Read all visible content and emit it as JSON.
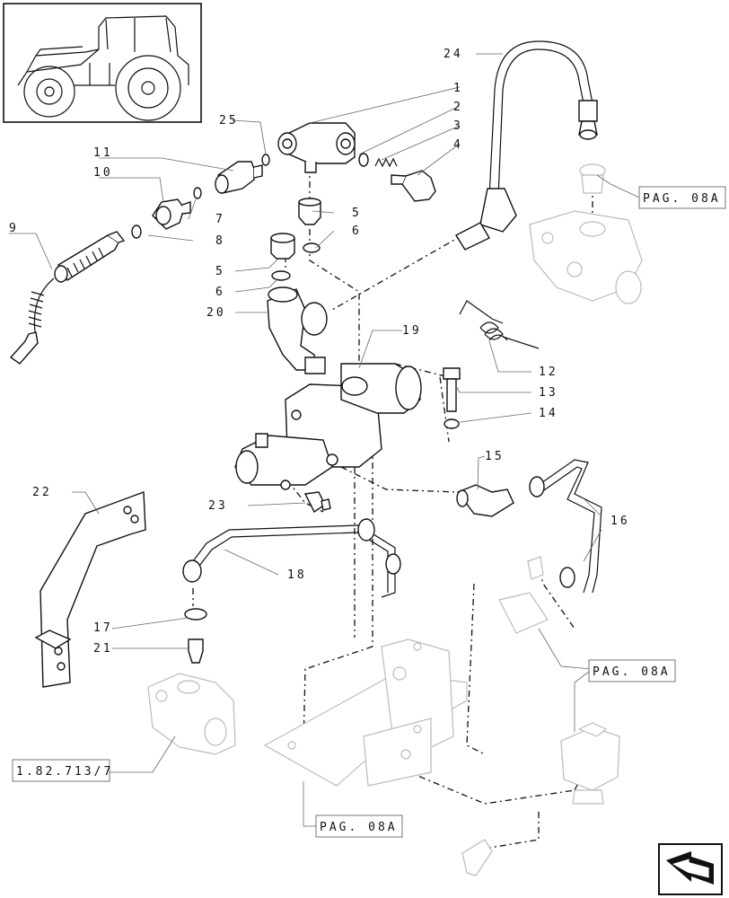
{
  "part_labels": {
    "p1": "1",
    "p2": "2",
    "p3": "3",
    "p4": "4",
    "p5a": "5",
    "p6a": "6",
    "p5b": "5",
    "p6b": "6",
    "p7": "7",
    "p8": "8",
    "p9": "9",
    "p10": "10",
    "p11": "11",
    "p12": "12",
    "p13": "13",
    "p14": "14",
    "p15": "15",
    "p16": "16",
    "p17": "17",
    "p18": "18",
    "p19": "19",
    "p20": "20",
    "p21": "21",
    "p22": "22",
    "p23": "23",
    "p24": "24",
    "p25": "25"
  },
  "references": {
    "pag_top": "PAG. 08A",
    "pag_mid": "PAG. 08A",
    "pag_bottom": "PAG. 08A",
    "catalog_ref": "1.82.713/7"
  },
  "icons": {
    "thumbnail": "tractor-thumbnail-icon",
    "navigation": "next-page-arrow-icon"
  }
}
